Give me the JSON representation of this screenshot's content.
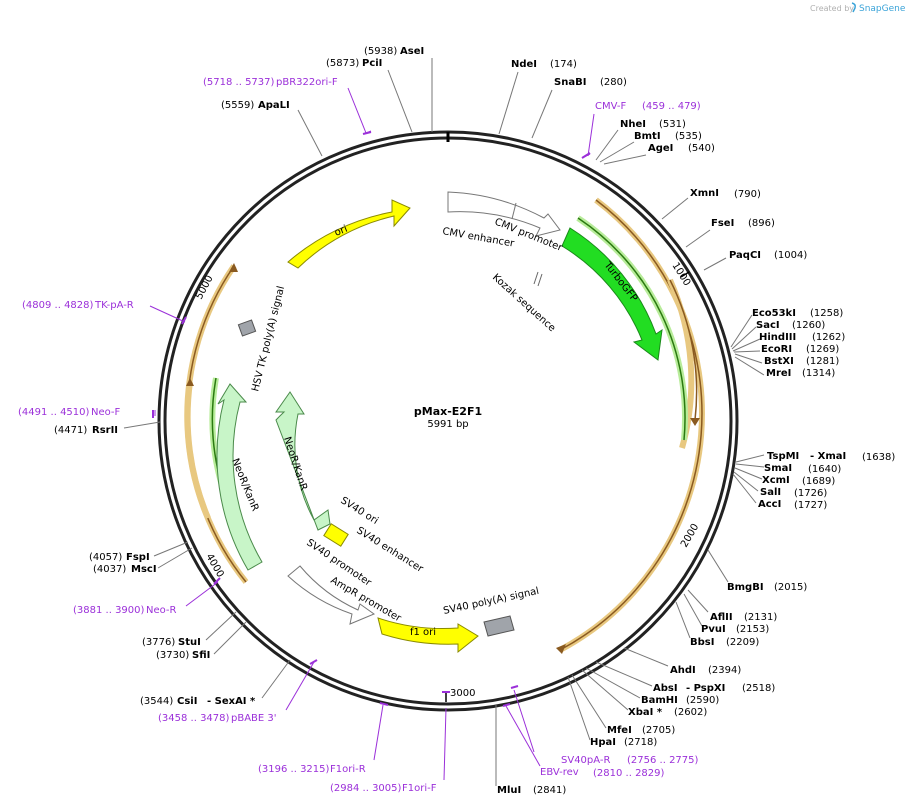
{
  "header": {
    "credit_text": "Created by",
    "brand": "SnapGene",
    "brand_color": "#3aa3d8"
  },
  "plasmid": {
    "name": "pMax-E2F1",
    "size_label": "5991 bp"
  },
  "ticks": {
    "t1000": "1000",
    "t2000": "2000",
    "t3000": "3000",
    "t4000": "4000",
    "t5000": "5000"
  },
  "features": {
    "ori": "ori",
    "cmv_promoter": "CMV promoter",
    "cmv_enhancer": "CMV enhancer",
    "kozak": "Kozak sequence",
    "turbogfp": "TurboGFP",
    "hsv_tk": "HSV TK poly(A) signal",
    "neor_inner": "NeoR/KanR",
    "neor_outer": "NeoR/KanR",
    "sv40_ori": "SV40 ori",
    "sv40_enhancer": "SV40 enhancer",
    "sv40_promoter": "SV40 promoter",
    "ampr_promoter": "AmpR promoter",
    "f1_ori": "f1 ori",
    "sv40_polya": "SV40 poly(A) signal"
  },
  "sites": {
    "asei": {
      "name": "AseI",
      "pos": "(5938)"
    },
    "pcii": {
      "name": "PciI",
      "pos": "(5873)"
    },
    "apali": {
      "name": "ApaLI",
      "pos": "(5559)"
    },
    "ndei": {
      "name": "NdeI",
      "pos": "(174)"
    },
    "snabi": {
      "name": "SnaBI",
      "pos": "(280)"
    },
    "nhei": {
      "name": "NheI",
      "pos": "(531)"
    },
    "bmti": {
      "name": "BmtI",
      "pos": "(535)"
    },
    "agei": {
      "name": "AgeI",
      "pos": "(540)"
    },
    "xmni": {
      "name": "XmnI",
      "pos": "(790)"
    },
    "fsei": {
      "name": "FseI",
      "pos": "(896)"
    },
    "paqci": {
      "name": "PaqCI",
      "pos": "(1004)"
    },
    "eco53ki": {
      "name": "Eco53kI",
      "pos": "(1258)"
    },
    "saci": {
      "name": "SacI",
      "pos": "(1260)"
    },
    "hindiii": {
      "name": "HindIII",
      "pos": "(1262)"
    },
    "ecori": {
      "name": "EcoRI",
      "pos": "(1269)"
    },
    "bstxi": {
      "name": "BstXI",
      "pos": "(1281)"
    },
    "mrei": {
      "name": "MreI",
      "pos": "(1314)"
    },
    "tspmi": {
      "name": "TspMI",
      "pos": "(1638)"
    },
    "xmai": {
      "name": "- XmaI"
    },
    "smai": {
      "name": "SmaI",
      "pos": "(1640)"
    },
    "xcmi": {
      "name": "XcmI",
      "pos": "(1689)"
    },
    "sali": {
      "name": "SalI",
      "pos": "(1726)"
    },
    "acci": {
      "name": "AccI",
      "pos": "(1727)"
    },
    "bmgbi": {
      "name": "BmgBI",
      "pos": "(2015)"
    },
    "aflii": {
      "name": "AflII",
      "pos": "(2131)"
    },
    "pvui": {
      "name": "PvuI",
      "pos": "(2153)"
    },
    "bbsi": {
      "name": "BbsI",
      "pos": "(2209)"
    },
    "ahdi": {
      "name": "AhdI",
      "pos": "(2394)"
    },
    "absi": {
      "name": "AbsI",
      "pos": "(2518)"
    },
    "pspxi": {
      "name": "- PspXI"
    },
    "bamhi": {
      "name": "BamHI",
      "pos": "(2590)"
    },
    "xbai": {
      "name": "XbaI *",
      "pos": "(2602)"
    },
    "mfei": {
      "name": "MfeI",
      "pos": "(2705)"
    },
    "hpai": {
      "name": "HpaI",
      "pos": "(2718)"
    },
    "mlui": {
      "name": "MluI",
      "pos": "(2841)"
    },
    "rsrii": {
      "name": "RsrII",
      "pos": "(4471)"
    },
    "fspi": {
      "name": "FspI",
      "pos": "(4057)"
    },
    "msci": {
      "name": "MscI",
      "pos": "(4037)"
    },
    "stui": {
      "name": "StuI",
      "pos": "(3776)"
    },
    "sfii": {
      "name": "SfiI",
      "pos": "(3730)"
    },
    "csii": {
      "name": "CsiI",
      "pos": "(3544)"
    },
    "sexai": {
      "name": "- SexAI *"
    }
  },
  "primers": {
    "pbr322": {
      "range": "(5718 .. 5737)",
      "name": "pBR322ori-F"
    },
    "cmvf": {
      "name": "CMV-F",
      "range": "(459 .. 479)"
    },
    "tkpa": {
      "range": "(4809 .. 4828)",
      "name": "TK-pA-R"
    },
    "neof": {
      "range": "(4491 .. 4510)",
      "name": "Neo-F"
    },
    "neor": {
      "range": "(3881 .. 3900)",
      "name": "Neo-R"
    },
    "pbabe": {
      "range": "(3458 .. 3478)",
      "name": "pBABE 3'"
    },
    "f1orir": {
      "range": "(3196 .. 3215)",
      "name": "F1ori-R"
    },
    "f1orif": {
      "range": "(2984 .. 3005)",
      "name": "F1ori-F"
    },
    "sv40par": {
      "name": "SV40pA-R",
      "range": "(2756 .. 2775)"
    },
    "ebvrev": {
      "name": "EBV-rev",
      "range": "(2810 .. 2829)"
    }
  },
  "colors": {
    "primer": "#9b30d9",
    "ori": "#ffff00",
    "turbogfp": "#22dd22",
    "neor": "#c8f5c8",
    "orf_outline": "#e8b060",
    "gray_feature": "#a0a4aa"
  }
}
